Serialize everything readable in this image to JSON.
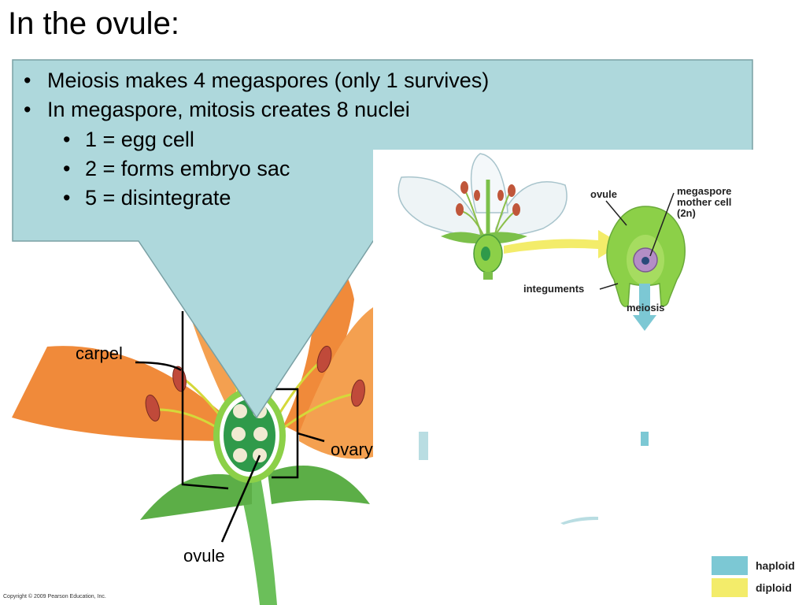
{
  "title": "In the ovule:",
  "callout": {
    "bullets": [
      "Meiosis makes 4 megaspores (only 1 survives)",
      "In megaspore, mitosis creates 8 nuclei"
    ],
    "sub_bullets": [
      "1 = egg cell",
      "2 = forms embryo sac",
      "5 = disintegrate"
    ]
  },
  "flower_labels": {
    "carpel": "carpel",
    "ovary": "ovary",
    "ovule": "ovule"
  },
  "diagram_labels": {
    "ovule": "ovule",
    "megaspore_line1": "megaspore",
    "megaspore_line2": "mother cell",
    "megaspore_line3": "(2n)",
    "integuments": "integuments",
    "meiosis": "meiosis"
  },
  "key": {
    "haploid": "haploid",
    "diploid": "diploid",
    "haploid_color": "#7cc8d4",
    "diploid_color": "#f3ec6a"
  },
  "colors": {
    "callout_fill": "#aed8dc",
    "petal": "#f08a3a",
    "stem": "#6bbf5a",
    "ovule_green": "#8cd048"
  },
  "copyright": "Copyright © 2009 Pearson Education, Inc."
}
